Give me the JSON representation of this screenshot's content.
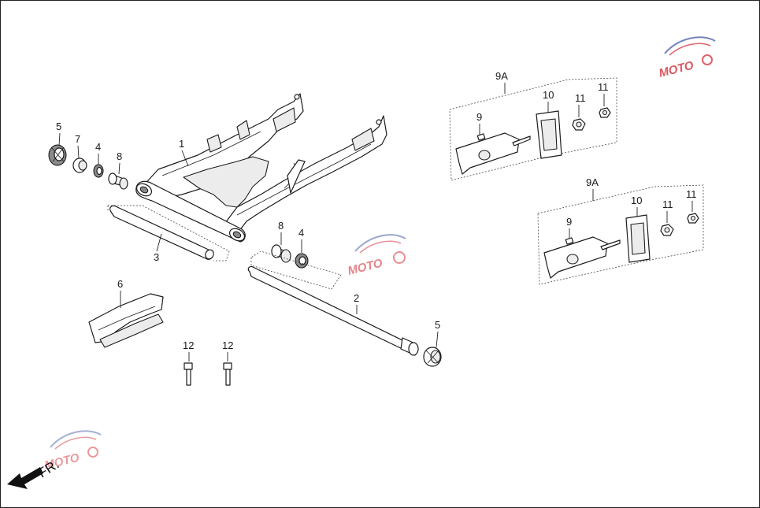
{
  "diagram": {
    "labels": {
      "swingarm": "1",
      "axle": "2",
      "pivot_tube": "3",
      "seal_left": "4",
      "seal_right": "4",
      "cap_left": "5",
      "cap_right": "5",
      "chain_slider": "6",
      "collar": "7",
      "bearing_left": "8",
      "bearing_right": "8",
      "adjuster_assy_top": "9A",
      "adjuster_assy_bottom": "9A",
      "adjuster_top": "9",
      "adjuster_bottom": "9",
      "plate_top": "10",
      "plate_bottom": "10",
      "nut_top_a": "11",
      "nut_top_b": "11",
      "nut_bottom_a": "11",
      "nut_bottom_b": "11",
      "bolt_a": "12",
      "bolt_b": "12"
    },
    "direction_label": "FR.",
    "watermark": {
      "text": "MOTO",
      "accent_color": "#d11f2a",
      "swoosh_color": "#3a4fa0"
    },
    "line_color": "#1c1c1c"
  }
}
